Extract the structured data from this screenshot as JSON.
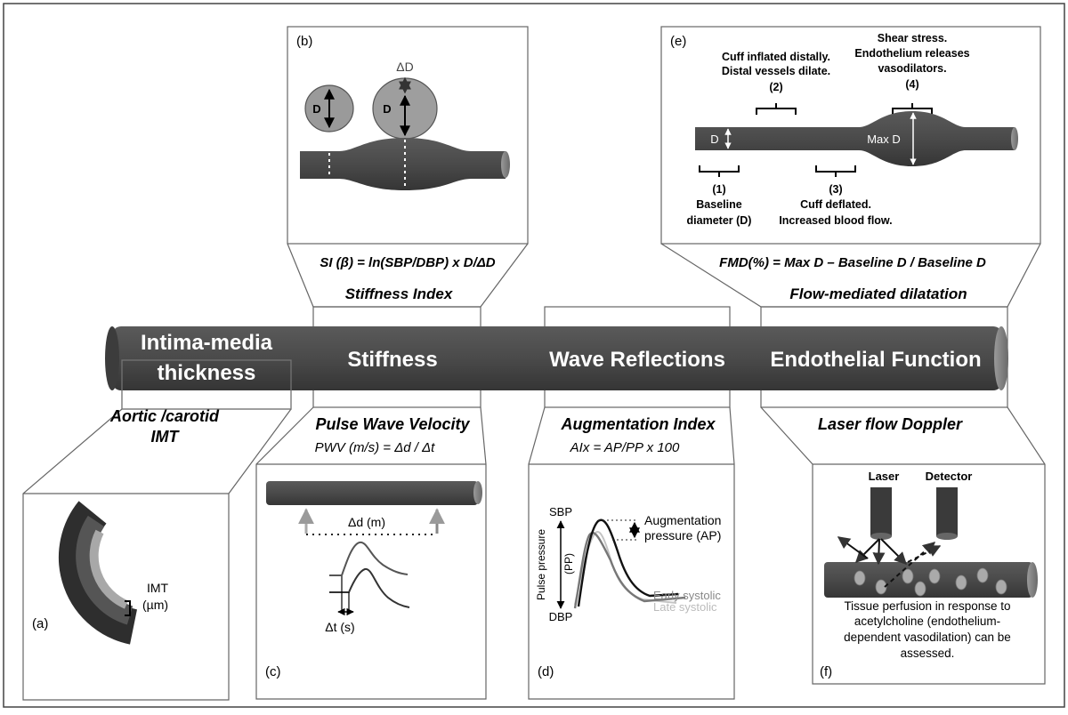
{
  "panels": {
    "a": {
      "letter": "(a)",
      "title_line1": "Aortic /carotid",
      "title_line2": "IMT",
      "imt_label_line1": "IMT",
      "imt_label_line2": "(µm)"
    },
    "b": {
      "letter": "(b)",
      "delta_d": "ΔD",
      "d_small": "D",
      "d_large": "D",
      "formula": "SI (β) = ln(SBP/DBP) x D/ΔD",
      "title": "Stiffness Index"
    },
    "c": {
      "letter": "(c)",
      "title": "Pulse Wave Velocity",
      "formula": "PWV (m/s) = Δd / Δt",
      "delta_d_label": "Δd (m)",
      "delta_t_label": "Δt (s)"
    },
    "d": {
      "letter": "(d)",
      "title": "Augmentation Index",
      "formula": "AIx = AP/PP x 100",
      "sbp": "SBP",
      "dbp": "DBP",
      "pulse_pressure_a": "Pulse pressure",
      "pulse_pressure_b": "(PP)",
      "aug_line1": "Augmentation",
      "aug_line2": "pressure (AP)",
      "early": "Early systolic",
      "late": "Late systolic"
    },
    "e": {
      "letter": "(e)",
      "step2_line1": "Cuff inflated distally.",
      "step2_line2": "Distal vessels dilate.",
      "step2_num": "(2)",
      "step4_line1": "Shear stress.",
      "step4_line2": "Endothelium releases",
      "step4_line3": "vasodilators.",
      "step4_num": "(4)",
      "d_label": "D",
      "max_d_label": "Max D",
      "step1_num": "(1)",
      "step1_line1": "Baseline",
      "step1_line2": "diameter (D)",
      "step3_num": "(3)",
      "step3_line1": "Cuff deflated.",
      "step3_line2": "Increased blood flow.",
      "formula": "FMD(%) =  Max D – Baseline D / Baseline D",
      "title": "Flow-mediated dilatation"
    },
    "f": {
      "letter": "(f)",
      "title": "Laser flow Doppler",
      "laser": "Laser",
      "detector": "Detector",
      "caption_line1": "Tissue perfusion in response to",
      "caption_line2": "acetylcholine (endothelium-",
      "caption_line3": "dependent vasodilation) can be",
      "caption_line4": "assessed."
    }
  },
  "vessel": {
    "imt_line1": "Intima-media",
    "imt_line2": "thickness",
    "stiffness": "Stiffness",
    "wave": "Wave Reflections",
    "endothelial": "Endothelial Function"
  },
  "colors": {
    "vessel": "#4a4a4a",
    "vessel_dark": "#3a3a3a",
    "light_gray": "#bdbdbd",
    "mid_gray": "#7a7a7a",
    "outline": "#555555"
  }
}
